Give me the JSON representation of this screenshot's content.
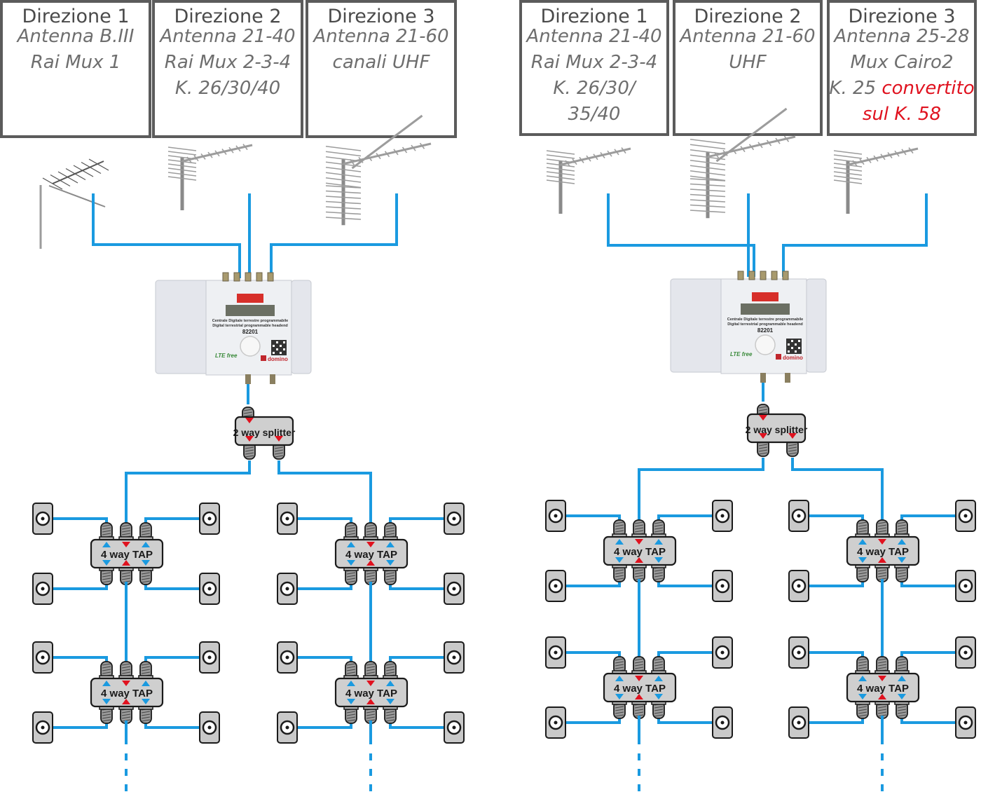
{
  "colors": {
    "cable": "#1a9ae0",
    "highlight_red": "#e0121f",
    "box_border": "#5b5b5b",
    "title_text": "#4a4a4a",
    "body_text": "#6e6e6e",
    "device_fill": "#cfcfcf"
  },
  "systems": [
    {
      "name": "left-system",
      "directions": [
        {
          "title": "Direzione 1",
          "lines": [
            {
              "text": "Antenna B.III"
            },
            {
              "text": "Rai Mux 1"
            }
          ]
        },
        {
          "title": "Direzione 2",
          "lines": [
            {
              "text": "Antenna 21-40"
            },
            {
              "text": "Rai Mux 2-3-4"
            },
            {
              "text": "K. 26/30/40"
            }
          ]
        },
        {
          "title": "Direzione 3",
          "lines": [
            {
              "text": "Antenna 21-60"
            },
            {
              "text": "canali UHF"
            }
          ]
        }
      ],
      "antennas": [
        "yagi-vhf-antenna",
        "uhf-antenna",
        "uhf-high-gain-antenna"
      ],
      "headend": {
        "model": "82201",
        "line1": "Centrale Digitale terrestre programmabile",
        "line2": "Digital terrestrial programmable headend",
        "brand": "domino",
        "lte": "LTE free"
      },
      "splitter_label": "2 way splitter",
      "tap_label": "4 way TAP"
    },
    {
      "name": "right-system",
      "directions": [
        {
          "title": "Direzione 1",
          "lines": [
            {
              "text": "Antenna 21-40"
            },
            {
              "text": "Rai Mux 2-3-4"
            },
            {
              "text": "K. 26/30/"
            },
            {
              "text": "35/40"
            }
          ]
        },
        {
          "title": "Direzione 2",
          "lines": [
            {
              "text": "Antenna 21-60"
            },
            {
              "text": "UHF"
            }
          ]
        },
        {
          "title": "Direzione 3",
          "lines": [
            {
              "text": "Antenna 25-28"
            },
            {
              "text": "Mux Cairo2"
            },
            {
              "text": "K. 25 ",
              "red": "convertito"
            },
            {
              "text": "",
              "red": "sul K. 58"
            }
          ]
        }
      ],
      "antennas": [
        "uhf-antenna",
        "uhf-high-gain-antenna",
        "uhf-antenna"
      ],
      "headend": {
        "model": "82201",
        "line1": "Centrale Digitale terrestre programmabile",
        "line2": "Digital terrestrial programmable headend",
        "brand": "domino",
        "lte": "LTE free"
      },
      "splitter_label": "2 way splitter",
      "tap_label": "4 way TAP"
    }
  ]
}
